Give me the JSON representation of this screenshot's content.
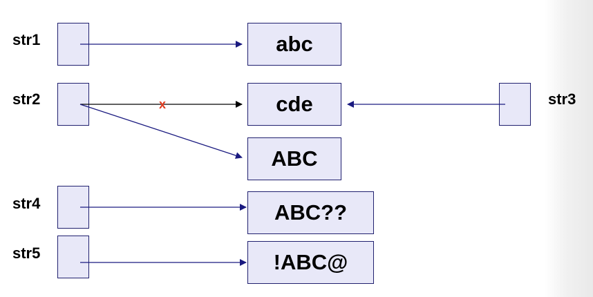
{
  "colors": {
    "box_fill": "#e8e8f8",
    "box_border": "#1f1f6e",
    "arrow": "#1a1a80",
    "broken_arrow": "#000000",
    "cross": "#e03c20"
  },
  "variables": {
    "str1": "str1",
    "str2": "str2",
    "str3": "str3",
    "str4": "str4",
    "str5": "str5"
  },
  "strings": {
    "abc": "abc",
    "cde": "cde",
    "ABC": "ABC",
    "ABC_qq": "ABC??",
    "bang_ABC_at": "!ABC@"
  },
  "broken_reference_mark": "x"
}
